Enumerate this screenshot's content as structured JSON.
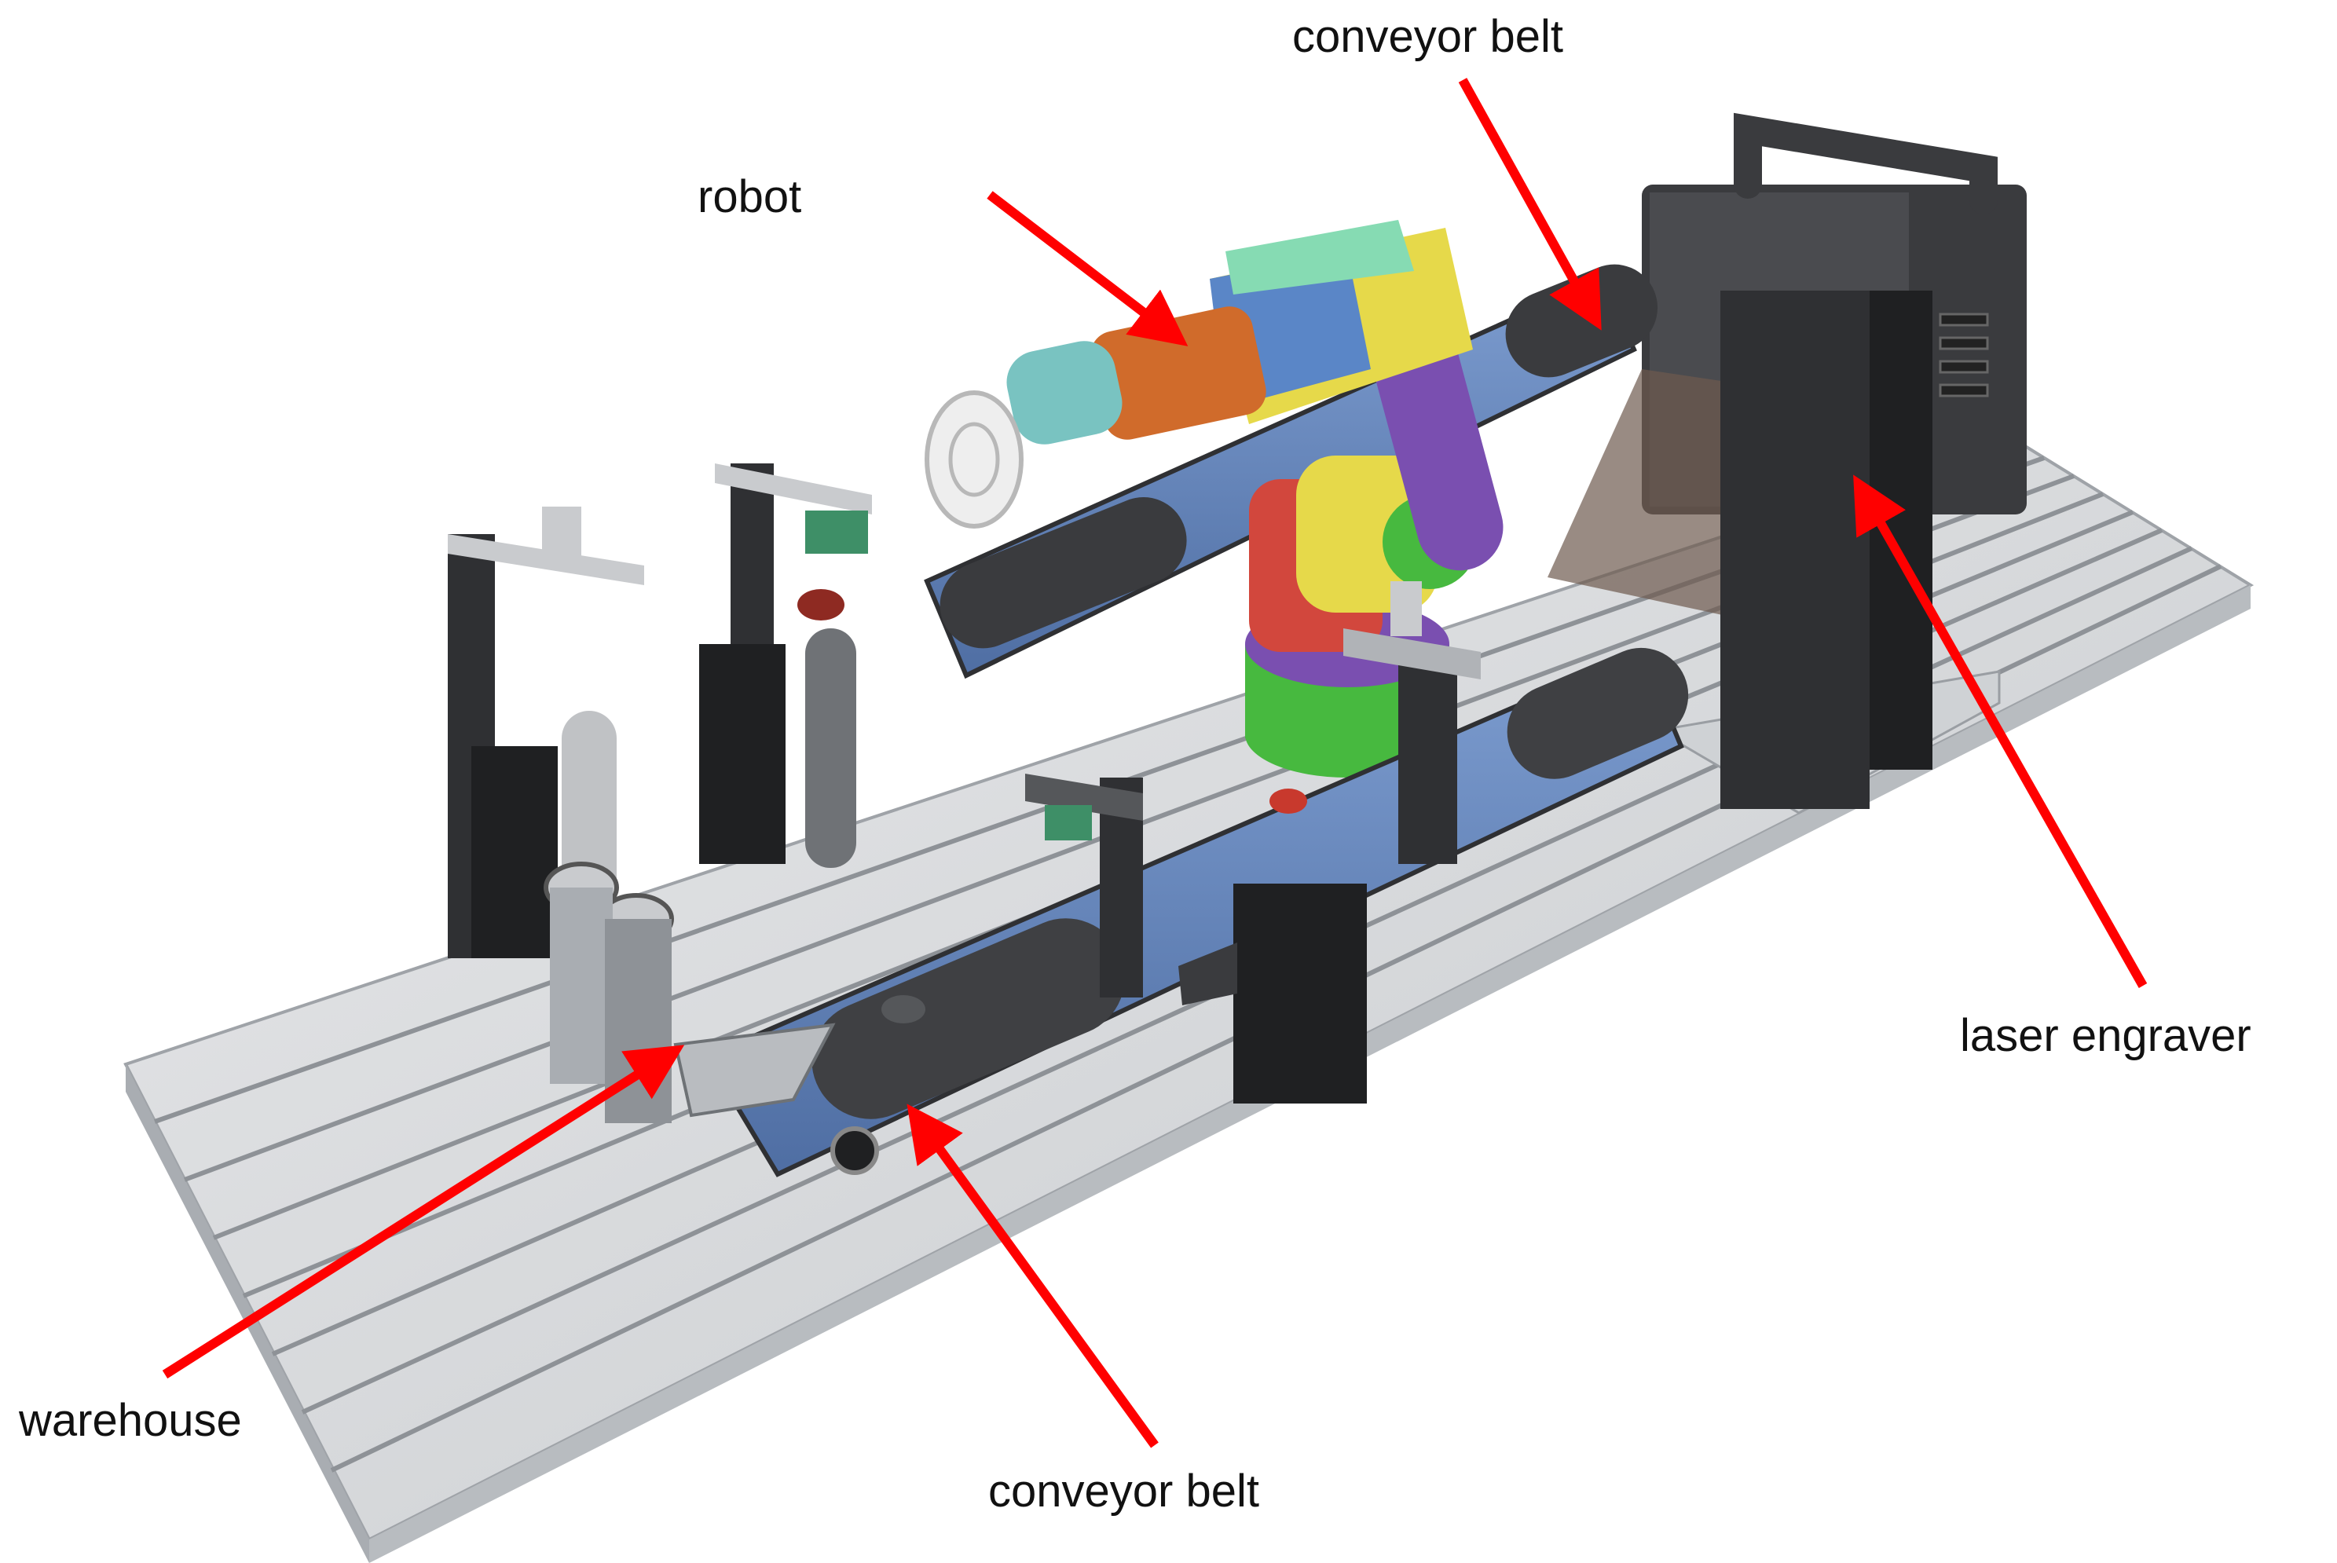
{
  "labels": {
    "robot": "robot",
    "conveyor_top": "conveyor belt",
    "laser_engraver": "laser engraver",
    "warehouse": "warehouse",
    "conveyor_bottom": "conveyor belt"
  },
  "colors": {
    "arrow": "#ff0000",
    "rail_light": "#d9dbde",
    "rail_dark": "#a9adb2",
    "belt_blue": "#5d7fb7",
    "frame_dark": "#2f3033",
    "robot_yellow": "#e6d94a",
    "robot_purple": "#7a4fb0",
    "robot_green": "#47b93f",
    "robot_red": "#d2473d",
    "robot_teal": "#79c3c1",
    "robot_orange": "#d06b2b",
    "robot_mint": "#86dbb3",
    "part_red": "#c8392d",
    "silver": "#c9cbce"
  }
}
